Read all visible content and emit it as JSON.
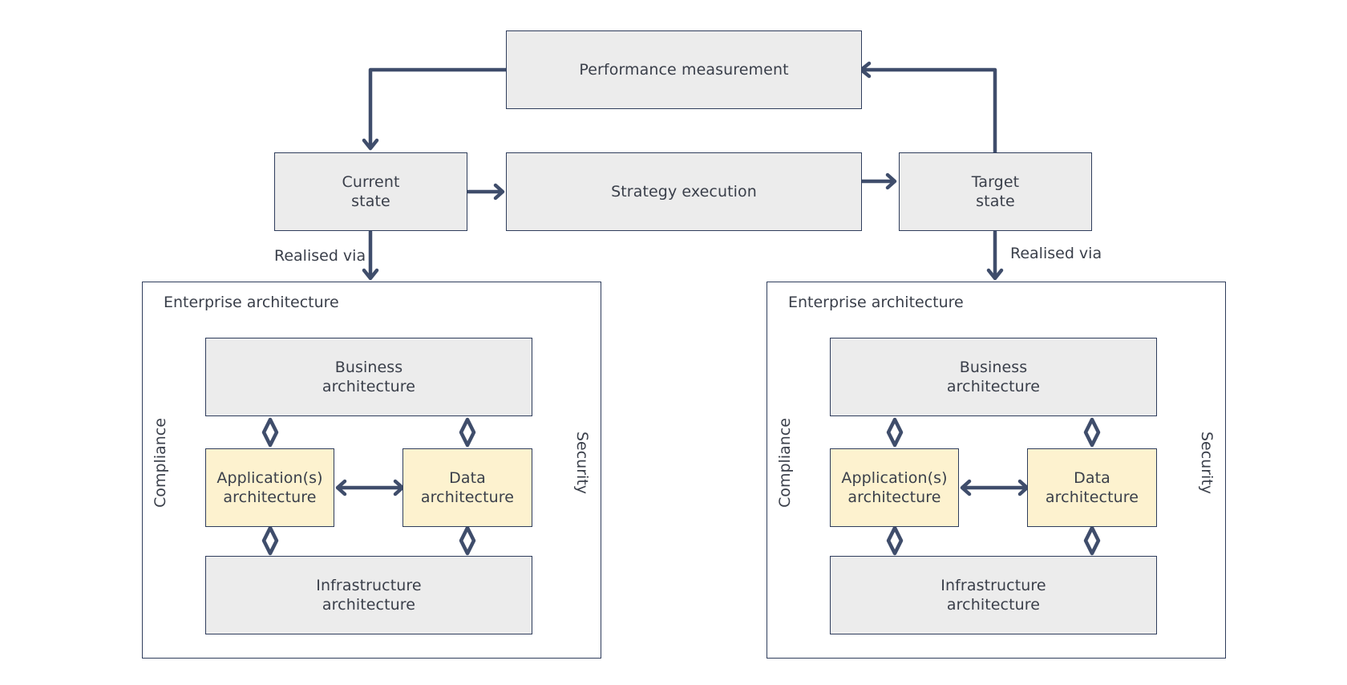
{
  "top": {
    "performance_measurement": "Performance measurement",
    "current_state": "Current\nstate",
    "strategy_execution": "Strategy execution",
    "target_state": "Target\nstate",
    "realised_via_left": "Realised via",
    "realised_via_right": "Realised via"
  },
  "left_ea": {
    "title": "Enterprise architecture",
    "compliance": "Compliance",
    "security": "Security",
    "business": "Business\narchitecture",
    "application": "Application(s)\narchitecture",
    "data": "Data\narchitecture",
    "infrastructure": "Infrastructure\narchitecture"
  },
  "right_ea": {
    "title": "Enterprise architecture",
    "compliance": "Compliance",
    "security": "Security",
    "business": "Business\narchitecture",
    "application": "Application(s)\narchitecture",
    "data": "Data\narchitecture",
    "infrastructure": "Infrastructure\narchitecture"
  },
  "colors": {
    "box_fill": "#ececec",
    "highlight_fill": "#fdf2cf",
    "border": "#2f3d5c",
    "arrow": "#3f4d6b",
    "text": "#3a3f4a"
  }
}
